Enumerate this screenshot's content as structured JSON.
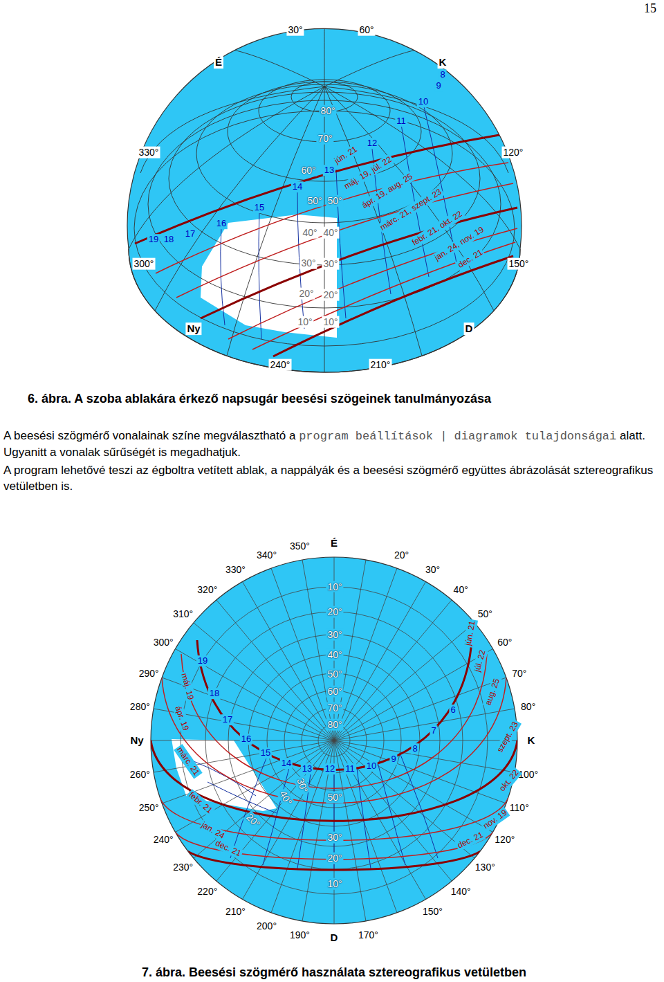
{
  "diagram": {
    "labels": [
      "15",
      "30°",
      "60°",
      "É",
      "K",
      "8",
      "9",
      "10",
      "11",
      "12",
      "13",
      "14",
      "15",
      "16",
      "17",
      "18",
      "19",
      "330°",
      "120°",
      "300°",
      "150°",
      "80°",
      "70°",
      "60°",
      "50°",
      "50°",
      "40°",
      "40°",
      "30°",
      "30°",
      "20°",
      "20°",
      "10°",
      "10°",
      "Ny",
      "D",
      "240°",
      "210°",
      "jún. 21",
      "máj. 19, júl. 22",
      "ápr. 19, aug. 25",
      "márc. 21, szept. 23",
      "febr. 21, okt. 22",
      "jan. 24, nov. 19",
      "dec. 21",
      "6. ábra. A szoba ablakára érkező napsugár beesési szögeinek tanulmányozása",
      "A beesési szögmérő vonalainak színe megválasztható a",
      "program beállítások | diagramok tulajdonságai",
      "alatt. Ugyanitt a vonalak sűrűségét is megadhatjuk.",
      "A program lehetővé teszi az égboltra vetített ablak, a nappályák és a beesési szögmérő együttes ábrázolását sztereografikus vetületben is.",
      "350°",
      "É",
      "20°",
      "30°",
      "40°",
      "50°",
      "60°",
      "70°",
      "80°",
      "K",
      "100°",
      "110°",
      "120°",
      "130°",
      "140°",
      "150°",
      "170°",
      "D",
      "190°",
      "200°",
      "210°",
      "220°",
      "230°",
      "240°",
      "250°",
      "260°",
      "Ny",
      "280°",
      "290°",
      "300°",
      "310°",
      "320°",
      "330°",
      "340°",
      "10°",
      "20°",
      "30°",
      "40°",
      "50°",
      "60°",
      "70°",
      "80°",
      "50°",
      "30°",
      "20°",
      "10°",
      "30°",
      "40°",
      "20°",
      "19",
      "18",
      "17",
      "16",
      "15",
      "14",
      "13",
      "12",
      "11",
      "10",
      "9",
      "8",
      "7",
      "6",
      "máj. 19",
      "ápr. 19",
      "márc. 21",
      "febr. 21",
      "jan. 24",
      "dec. 21",
      "jún. 21",
      "júl. 22",
      "aug. 25",
      "szept. 23",
      "okt. 22",
      "nov. 19",
      "dec. 21",
      "7. ábra. Beesési szögmérő használata sztereografikus vetületben"
    ]
  }
}
